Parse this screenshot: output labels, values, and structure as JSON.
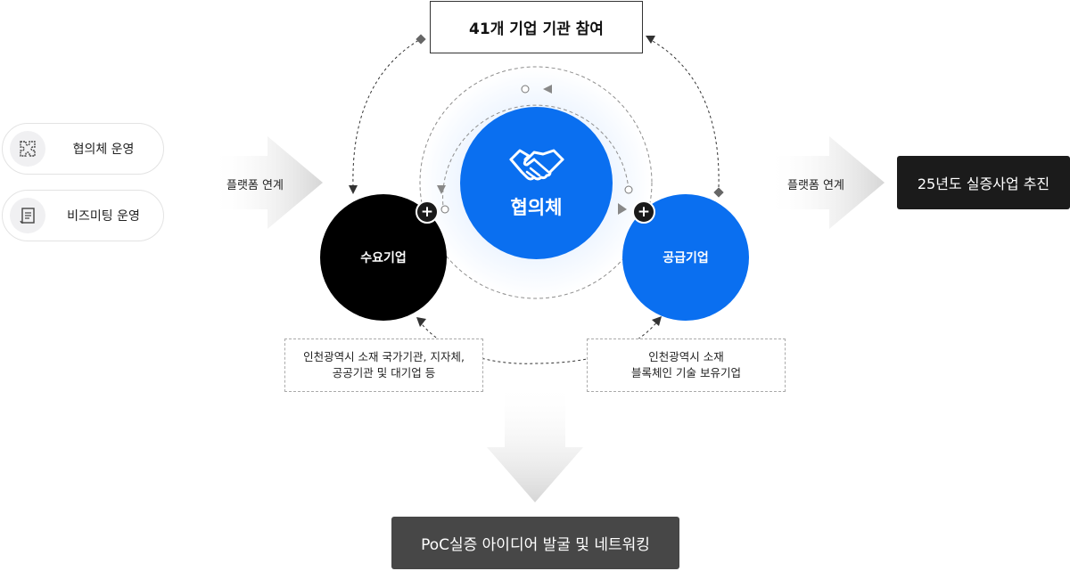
{
  "left_items": [
    {
      "label": "협의체 운영",
      "icon": "puzzle-icon"
    },
    {
      "label": "비즈미팅 운영",
      "icon": "document-icon"
    }
  ],
  "flow": {
    "left_arrow_label": "플랫폼 연계",
    "right_arrow_label": "플랫폼 연계"
  },
  "top_box": "41개 기업 기관 참여",
  "center": {
    "label": "협의체",
    "icon": "handshake-icon"
  },
  "demand": {
    "label": "수요기업"
  },
  "supply": {
    "label": "공급기업"
  },
  "notes": {
    "left": [
      "인천광역시 소재 국가기관, 지자체,",
      "공공기관 및 대기업 등"
    ],
    "right": [
      "인천광역시 소재",
      "블록체인 기술 보유기업"
    ]
  },
  "right_box": "25년도 실증사업 추진",
  "bottom_box": "PoC실증 아이디어 발굴 및 네트워킹",
  "colors": {
    "accent": "#0a6ff0",
    "dark": "#000000",
    "result_dark": "#1b1b1b",
    "bottom_gray": "#474747"
  }
}
